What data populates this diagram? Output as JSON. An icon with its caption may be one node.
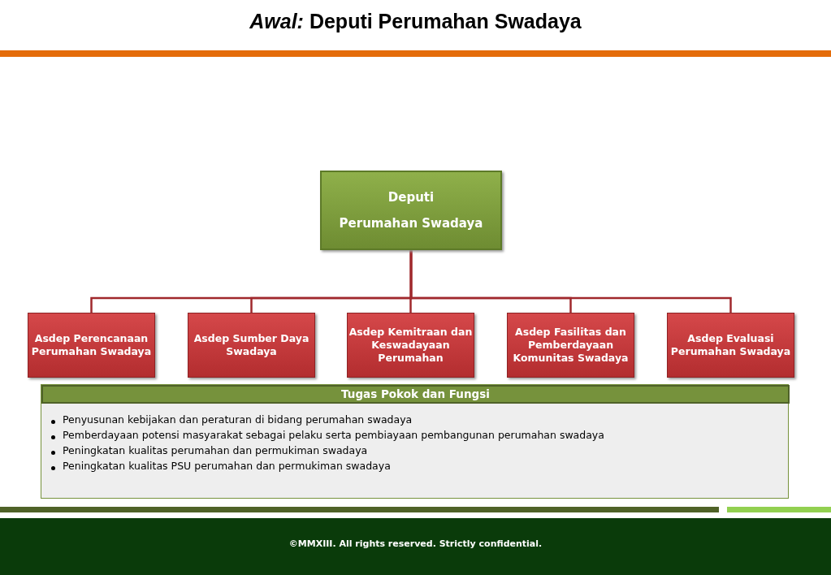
{
  "diagram": {
    "title": "*Awal:* Deputi Perumahan Swadaya",
    "caption": "©MMXIII. All rights reserved. Strictly confidential.",
    "nodes": [
      {
        "text": [
          "Deputi",
          "Perumahan Swadaya"
        ]
      },
      {
        "text": [
          "Asdep Perencanaan Perumahan Swadaya"
        ]
      },
      {
        "text": [
          "Asdep Sumber Daya Swadaya"
        ]
      },
      {
        "text": [
          "Asdep Kemitraan dan Keswadayaan Perumahan"
        ]
      },
      {
        "text": [
          "Asdep Fasilitas dan Pemberdayaan Komunitas Swadaya"
        ]
      },
      {
        "text": [
          "Asdep Evaluasi Perumahan Swadaya"
        ]
      },
      {
        "text": [
          "Tugas Pokok dan Fungsi",
          "Penyusunan kebijakan dan peraturan di bidang perumahan swadaya",
          "Pemberdayaan potensi masyarakat sebagai pelaku serta pembiayaan pembangunan perumahan swadaya",
          "Peningkatan kualitas perumahan dan permukiman swadaya",
          "Peningkatan kualitas PSU perumahan dan permukiman swadaya"
        ]
      }
    ],
    "edges": [
      {
        "from": 0,
        "to": 1,
        "arrow": "none"
      },
      {
        "from": 0,
        "to": 2,
        "arrow": "none"
      },
      {
        "from": 0,
        "to": 3,
        "arrow": "none"
      },
      {
        "from": 0,
        "to": 4,
        "arrow": "none"
      },
      {
        "from": 0,
        "to": 5,
        "arrow": "none"
      }
    ]
  }
}
